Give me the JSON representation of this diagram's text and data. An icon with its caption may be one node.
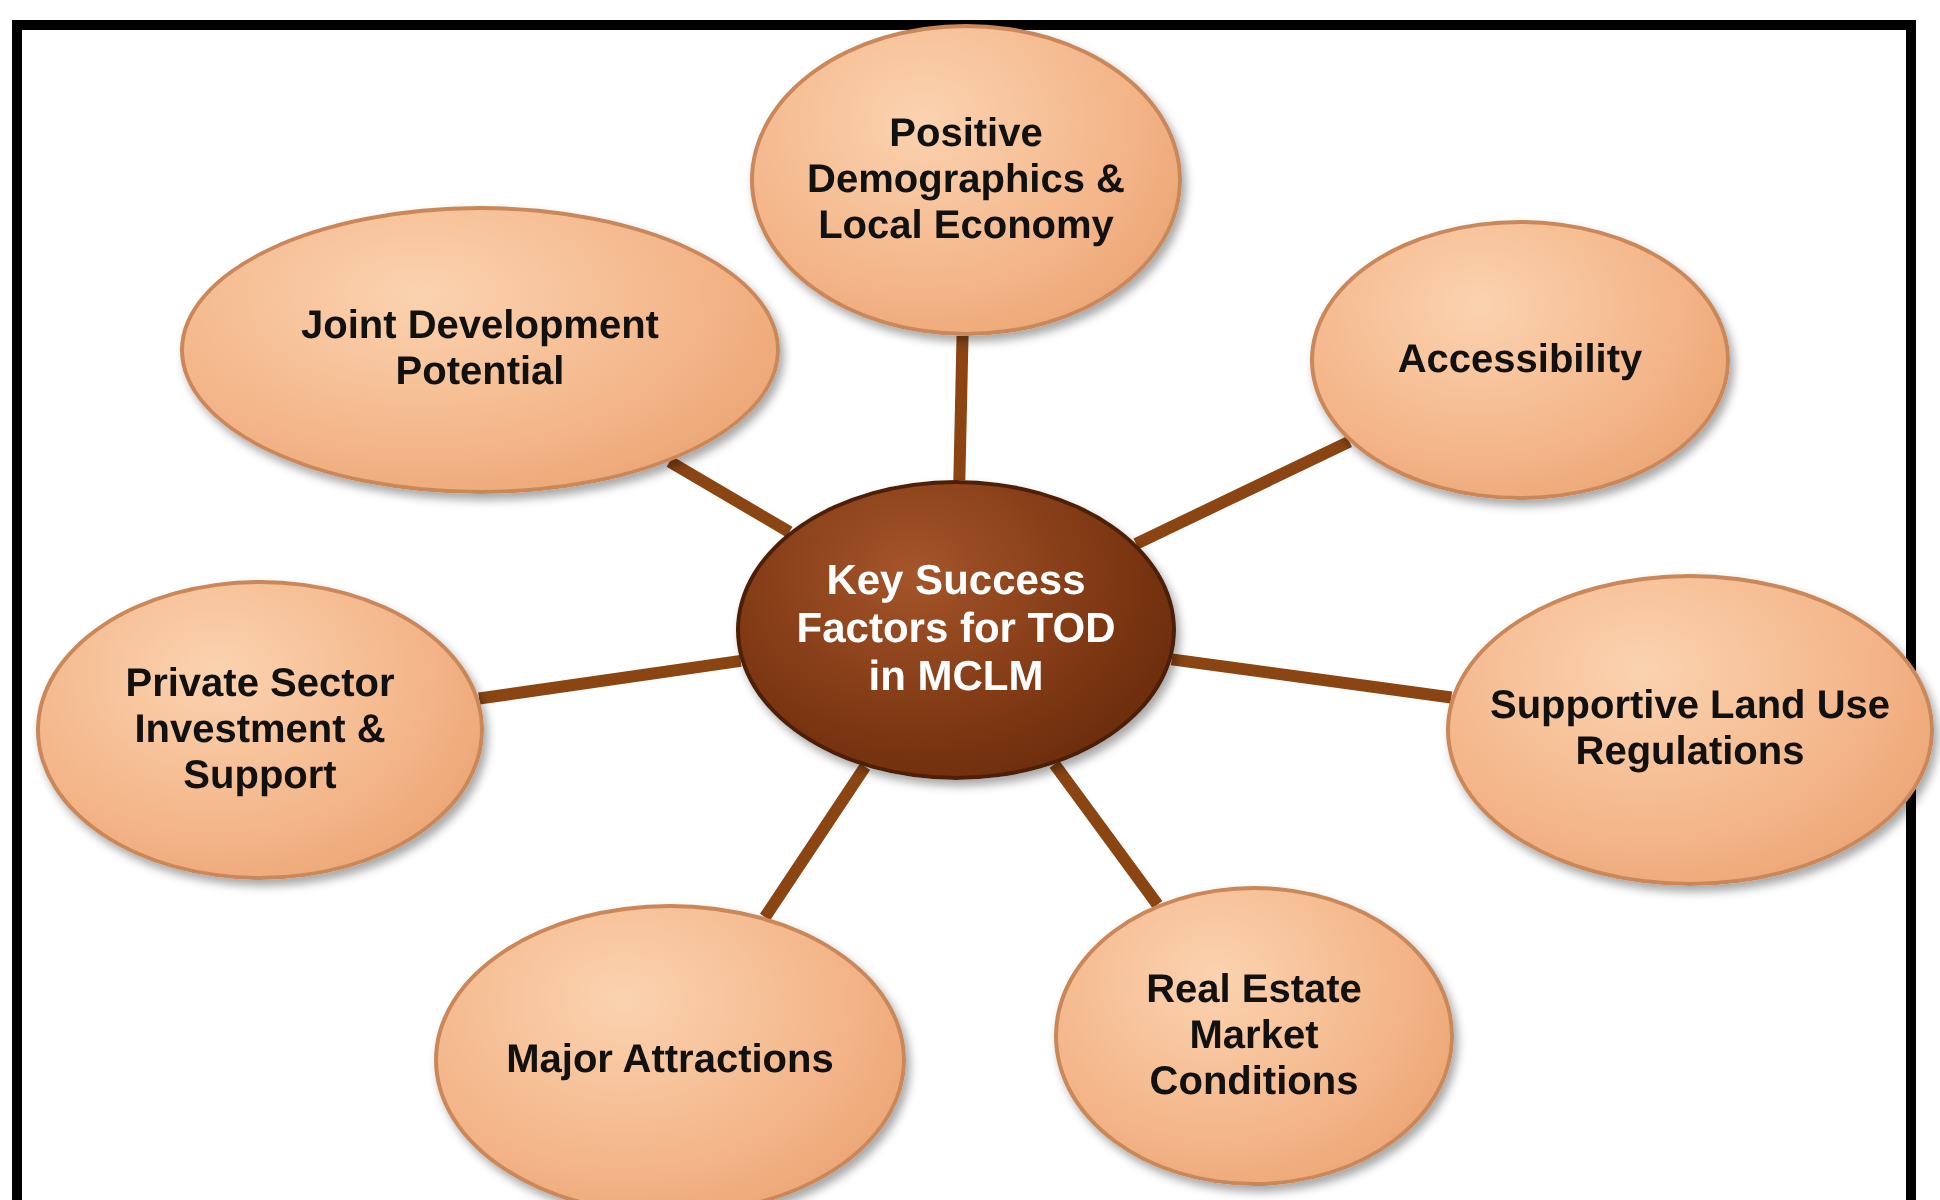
{
  "diagram": {
    "nodes": [
      {
        "text": [
          "Key Success Factors for TOD in MCLM"
        ]
      },
      {
        "text": [
          "Positive Demographics & Local Economy"
        ]
      },
      {
        "text": [
          "Accessibility"
        ]
      },
      {
        "text": [
          "Supportive Land Use Regulations"
        ]
      },
      {
        "text": [
          "Real Estate Market Conditions"
        ]
      },
      {
        "text": [
          "Major Attractions"
        ]
      },
      {
        "text": [
          "Private Sector Investment & Support"
        ]
      },
      {
        "text": [
          "Joint Development Potential"
        ]
      }
    ],
    "edges": [
      {
        "from": 0,
        "to": 1,
        "arrow": "none"
      },
      {
        "from": 0,
        "to": 2,
        "arrow": "none"
      },
      {
        "from": 0,
        "to": 3,
        "arrow": "none"
      },
      {
        "from": 0,
        "to": 4,
        "arrow": "none"
      },
      {
        "from": 0,
        "to": 5,
        "arrow": "none"
      },
      {
        "from": 0,
        "to": 6,
        "arrow": "none"
      },
      {
        "from": 0,
        "to": 7,
        "arrow": "none"
      }
    ]
  }
}
